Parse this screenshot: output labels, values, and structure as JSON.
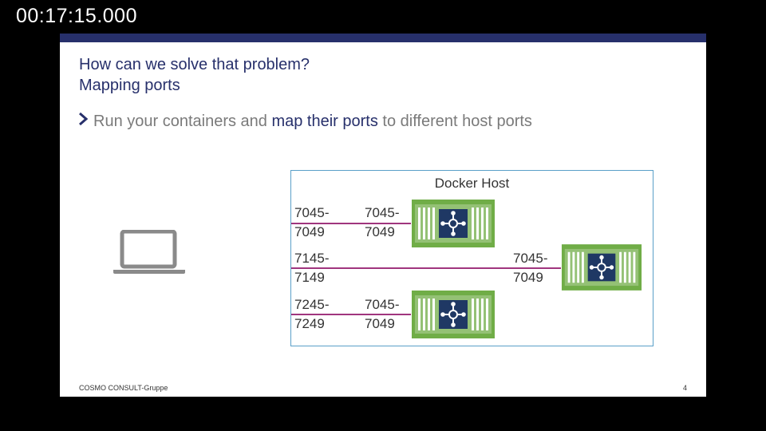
{
  "timestamp": "00:17:15.000",
  "slide": {
    "title_line1": "How can we solve that problem?",
    "title_line2": "Mapping ports",
    "bullet": {
      "pre": "Run your containers and ",
      "highlight": "map their ports",
      "post": " to different host ports"
    },
    "host_label": "Docker Host",
    "rows": [
      {
        "host_port_top": "7045-",
        "host_port_bottom": "7049",
        "container_port_top": "7045-",
        "container_port_bottom": "7049"
      },
      {
        "host_port_top": "7145-",
        "host_port_bottom": "7149",
        "container_port_top": "7045-",
        "container_port_bottom": "7049"
      },
      {
        "host_port_top": "7245-",
        "host_port_bottom": "7249",
        "container_port_top": "7045-",
        "container_port_bottom": "7049"
      }
    ],
    "footer_left": "COSMO CONSULT-Gruppe",
    "page_number": "4",
    "colors": {
      "brand_navy": "#27306b",
      "container_green": "#70ad47",
      "link_line": "#a0357e",
      "host_border": "#5aa0c8"
    },
    "icons": [
      "chevron-right-icon",
      "laptop-icon",
      "container-icon",
      "service-hub-icon"
    ]
  }
}
